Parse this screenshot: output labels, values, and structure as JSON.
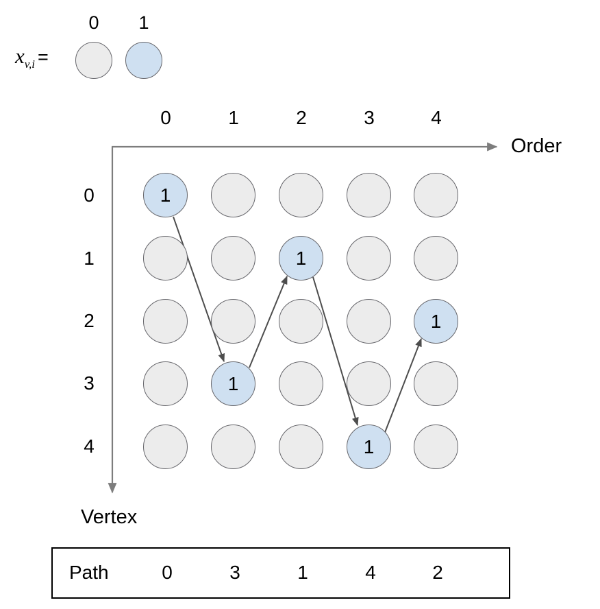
{
  "legend": {
    "variable": "x",
    "subscript": "v,i",
    "equals": "=",
    "items": [
      {
        "value": "0",
        "label": "0",
        "color": "#ececec"
      },
      {
        "value": "1",
        "label": "1",
        "color": "#cfe0f1"
      }
    ]
  },
  "axes": {
    "x_label": "Order",
    "y_label": "Vertex"
  },
  "grid": {
    "column_headers": [
      "0",
      "1",
      "2",
      "3",
      "4"
    ],
    "row_headers": [
      "0",
      "1",
      "2",
      "3",
      "4"
    ],
    "active_value": "1",
    "empty_value": "",
    "cells": [
      [
        "1",
        "",
        "",
        "",
        ""
      ],
      [
        "",
        "",
        "1",
        "",
        ""
      ],
      [
        "",
        "",
        "",
        "",
        "1"
      ],
      [
        "",
        "1",
        "",
        "",
        ""
      ],
      [
        "",
        "",
        "",
        "1",
        ""
      ]
    ]
  },
  "path_arrows": [
    {
      "from_row": 0,
      "from_col": 0,
      "to_row": 3,
      "to_col": 1
    },
    {
      "from_row": 3,
      "from_col": 1,
      "to_row": 1,
      "to_col": 2
    },
    {
      "from_row": 1,
      "from_col": 2,
      "to_row": 4,
      "to_col": 3
    },
    {
      "from_row": 4,
      "from_col": 3,
      "to_row": 2,
      "to_col": 4
    }
  ],
  "path_table": {
    "label": "Path",
    "values": [
      "0",
      "3",
      "1",
      "4",
      "2"
    ]
  },
  "colors": {
    "active_fill": "#cfe0f1",
    "inactive_fill": "#ececec",
    "circle_stroke": "#66666b",
    "axis_stroke": "#7d7d7d",
    "arrow_stroke": "#4d4d4d",
    "table_border": "#000000"
  }
}
